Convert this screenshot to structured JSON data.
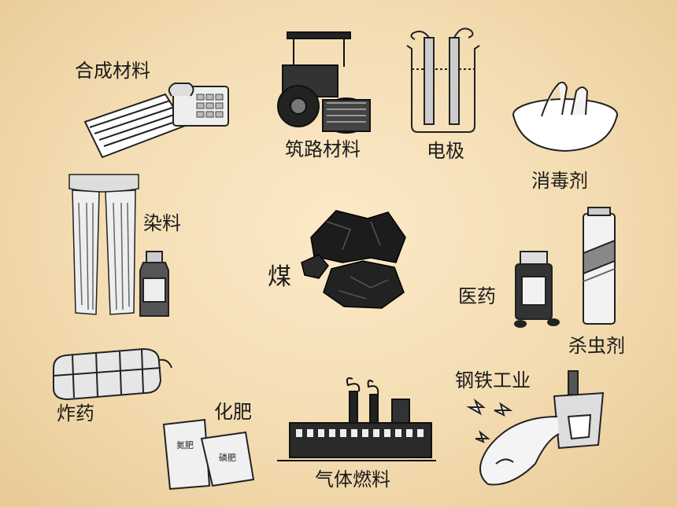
{
  "center": {
    "label": "煤"
  },
  "uses": {
    "synthetic_materials": "合成材料",
    "road_materials": "筑路材料",
    "electrode": "电极",
    "disinfectant": "消毒剂",
    "dye": "染料",
    "medicine": "医药",
    "insecticide": "杀虫剂",
    "steel_industry": "钢铁工业",
    "explosives": "炸药",
    "fertilizer": "化肥",
    "gas_fuel": "气体燃料"
  },
  "colors": {
    "background": "#f3dcb1",
    "ink": "#1a1a1a"
  }
}
